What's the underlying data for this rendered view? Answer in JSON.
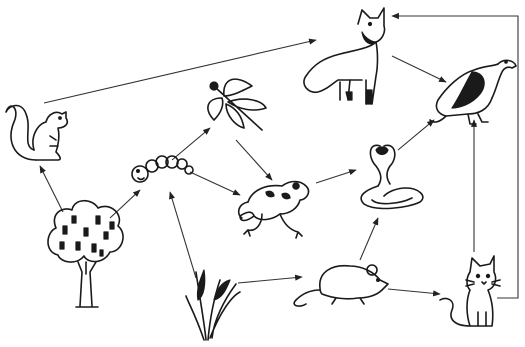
{
  "diagram": {
    "type": "food-web",
    "organisms": [
      {
        "id": "tree",
        "icon": "tree-icon"
      },
      {
        "id": "grass",
        "icon": "grass-icon"
      },
      {
        "id": "squirrel",
        "icon": "squirrel-icon"
      },
      {
        "id": "caterpillar",
        "icon": "caterpillar-icon"
      },
      {
        "id": "dragonfly",
        "icon": "dragonfly-icon"
      },
      {
        "id": "frog",
        "icon": "frog-icon"
      },
      {
        "id": "mouse",
        "icon": "mouse-icon"
      },
      {
        "id": "snake",
        "icon": "cobra-icon"
      },
      {
        "id": "cat",
        "icon": "cat-icon"
      },
      {
        "id": "fox",
        "icon": "fox-icon"
      },
      {
        "id": "vulture",
        "icon": "vulture-icon"
      }
    ],
    "arrows": [
      {
        "from": "tree",
        "to": "squirrel"
      },
      {
        "from": "tree",
        "to": "caterpillar"
      },
      {
        "from": "grass",
        "to": "caterpillar"
      },
      {
        "from": "grass",
        "to": "mouse"
      },
      {
        "from": "caterpillar",
        "to": "dragonfly"
      },
      {
        "from": "caterpillar",
        "to": "frog"
      },
      {
        "from": "dragonfly",
        "to": "frog"
      },
      {
        "from": "squirrel",
        "to": "fox"
      },
      {
        "from": "frog",
        "to": "snake"
      },
      {
        "from": "mouse",
        "to": "snake"
      },
      {
        "from": "mouse",
        "to": "cat"
      },
      {
        "from": "snake",
        "to": "vulture"
      },
      {
        "from": "fox",
        "to": "vulture"
      },
      {
        "from": "cat",
        "to": "vulture"
      },
      {
        "from": "cat",
        "to": "fox"
      }
    ],
    "colors": {
      "ink": "#1a1a1a",
      "background": "#ffffff"
    }
  }
}
